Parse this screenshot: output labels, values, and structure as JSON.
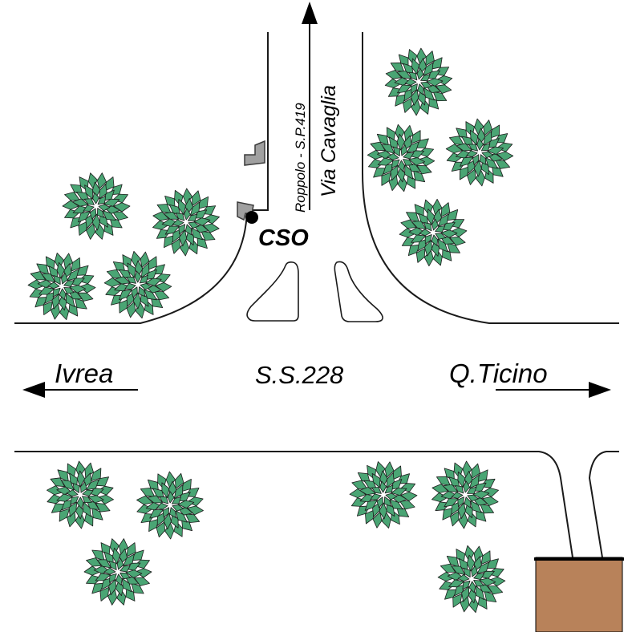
{
  "labels": {
    "west_direction": "Ivrea",
    "east_direction": "Q.Ticino",
    "main_road": "S.S.228",
    "north_road_name": "Via Cavaglia",
    "north_road_ref": "Roppolo - S.P.419",
    "outfall": "CSO"
  },
  "colors": {
    "tree_fill": "#4aa574",
    "tree_stroke": "#1c1c1c",
    "building_fill": "#b8825a",
    "line": "#1a1a1a",
    "background": "#ffffff"
  },
  "icons": {
    "tree": "tree-icon",
    "outfall_point": "outfall-point-icon",
    "arrow": "arrow-icon"
  }
}
